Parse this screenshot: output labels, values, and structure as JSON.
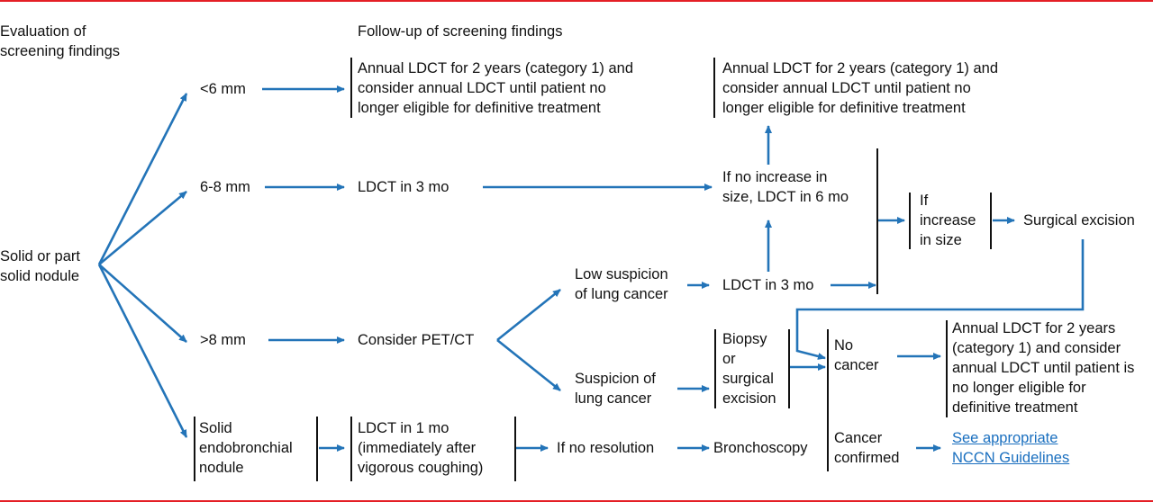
{
  "colors": {
    "accent_rule": "#e41f26",
    "arrow": "#2374b8",
    "link": "#1a6fbf",
    "text": "#111111"
  },
  "headers": {
    "evaluation": "Evaluation of\nscreening findings",
    "followup": "Follow-up of screening findings"
  },
  "nodes": {
    "solid_nodule": "Solid or part\nsolid nodule",
    "lt6mm": "<6 mm",
    "mm6to8": "6-8 mm",
    "gt8mm": ">8 mm",
    "endobronchial": "Solid\nendobronchial\nnodule",
    "annual_ldct_1": "Annual LDCT for 2 years (category 1) and\nconsider annual LDCT until patient no\nlonger eligible for definitive treatment",
    "annual_ldct_2": "Annual LDCT for 2 years (category 1) and\nconsider annual LDCT until patient no\nlonger eligible for definitive treatment",
    "ldct_3mo_a": "LDCT in 3 mo",
    "no_increase": "If no increase in\nsize, LDCT in 6 mo",
    "if_increase": "If\nincrease\nin size",
    "surgical_excision": "Surgical excision",
    "consider_pet": "Consider PET/CT",
    "low_suspicion": "Low suspicion\nof lung cancer",
    "ldct_3mo_b": "LDCT in 3 mo",
    "suspicion": "Suspicion of\nlung cancer",
    "biopsy": "Biopsy\nor\nsurgical\nexcision",
    "no_cancer": "No\ncancer",
    "annual_ldct_3": "Annual LDCT for 2 years\n(category 1) and consider\nannual LDCT until patient is\nno longer eligible for\ndefinitive treatment",
    "ldct_1mo": "LDCT in 1 mo\n(immediately after\nvigorous coughing)",
    "no_resolution": "If no resolution",
    "bronchoscopy": "Bronchoscopy",
    "cancer_confirmed": "Cancer\nconfirmed",
    "nccn_link": "See appropriate\nNCCN Guidelines"
  }
}
